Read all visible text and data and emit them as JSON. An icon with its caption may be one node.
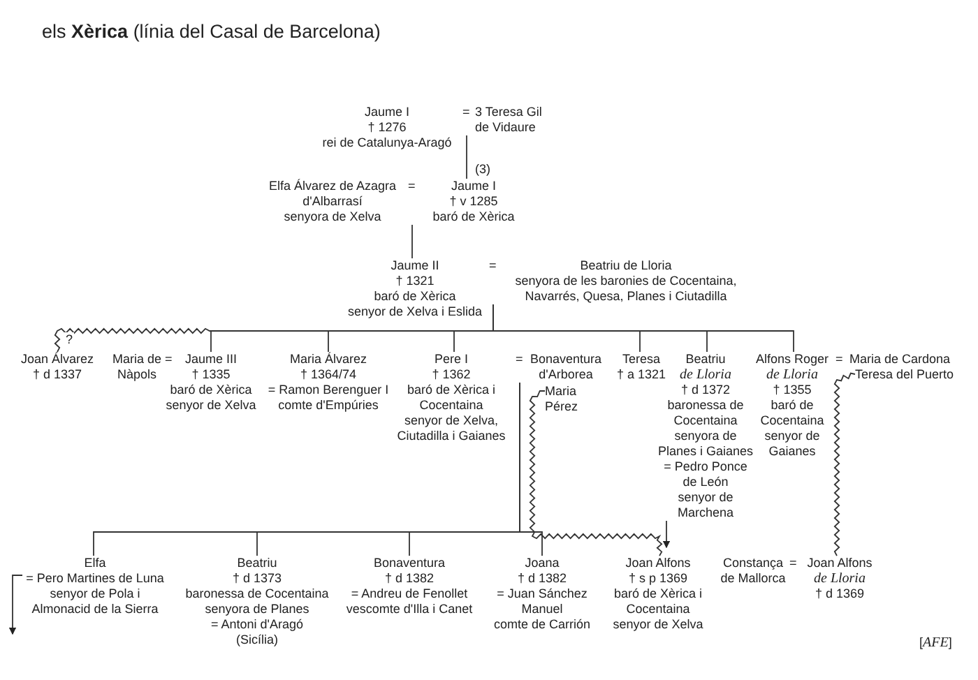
{
  "diagram": {
    "title": "els **Xèrica** (línia del Casal de Barcelona)",
    "nodes": [
      {
        "text": [
          "Jaume I",
          "† 1276",
          "rei de Catalunya-Aragó"
        ]
      },
      {
        "text": [
          "3 Teresa Gil de Vidaure"
        ]
      },
      {
        "text": [
          "Elfa Álvarez de Azagra",
          "d'Albarrasí",
          "senyora de Xelva"
        ]
      },
      {
        "text": [
          "Jaume I",
          "† v 1285",
          "baró de Xèrica"
        ]
      },
      {
        "text": [
          "Jaume II",
          "† 1321",
          "baró de Xèrica",
          "senyor de Xelva i Eslida"
        ]
      },
      {
        "text": [
          "Beatriu de Lloria",
          "senyora de les baronies de Cocentaina, Navarrés, Quesa, Planes i Ciutadilla"
        ]
      },
      {
        "text": [
          "Joan Álvarez",
          "† d 1337"
        ]
      },
      {
        "text": [
          "Maria de Nàpols"
        ]
      },
      {
        "text": [
          "Jaume III",
          "† 1335",
          "baró de Xèrica",
          "senyor de Xelva"
        ]
      },
      {
        "text": [
          "Maria Álvarez",
          "† 1364/74",
          "= Ramon Berenguer I",
          "comte d'Empúries"
        ]
      },
      {
        "text": [
          "Pere I",
          "† 1362",
          "baró de Xèrica i Cocentaina",
          "senyor de Xelva, Ciutadilla i Gaianes"
        ]
      },
      {
        "text": [
          "Bonaventura d'Arborea"
        ]
      },
      {
        "text": [
          "Maria Pérez"
        ]
      },
      {
        "text": [
          "Teresa",
          "† a 1321"
        ]
      },
      {
        "text": [
          "Beatriu *de Lloria*",
          "† d 1372",
          "baronessa de Cocentaina",
          "senyora de Planes i Gaianes"
        ]
      },
      {
        "text": [
          "= Pedro Ponce de León senyor de Marchena"
        ]
      },
      {
        "text": [
          "Alfons Roger *de Lloria*",
          "† 1355",
          "baró de Cocentaina",
          "senyor de Gaianes"
        ]
      },
      {
        "text": [
          "Maria de Cardona"
        ]
      },
      {
        "text": [
          "Teresa del Puerto"
        ]
      },
      {
        "text": [
          "Elfa",
          "= Pero Martines de Luna",
          "senyor de Pola i Almonacid de la Sierra"
        ]
      },
      {
        "text": [
          "Beatriu",
          "† d 1373",
          "baronessa de Cocentaina",
          "senyora de Planes",
          "= Antoni d'Aragó",
          "(Sicília)"
        ]
      },
      {
        "text": [
          "Bonaventura",
          "† d 1382",
          "= Andreu de Fenollet",
          "vescomte d'Illa i Canet"
        ]
      },
      {
        "text": [
          "Joana",
          "† d 1382",
          "= Juan Sánchez Manuel",
          "comte de Carrión"
        ]
      },
      {
        "text": [
          "Joan Alfons",
          "† s p 1369",
          "baró de Xèrica i Cocentaina",
          "senyor de Xelva"
        ]
      },
      {
        "text": [
          "Constança de Mallorca"
        ]
      },
      {
        "text": [
          "Joan Alfons *de Lloria*",
          "† d 1369"
        ]
      }
    ],
    "edges": [
      {
        "from": 1,
        "to": 3,
        "arrow": "none",
        "label": "(3)"
      },
      {
        "from": 2,
        "to": 4,
        "arrow": "none"
      },
      {
        "from": 5,
        "to": 6,
        "arrow": "none",
        "label": "?"
      },
      {
        "from": 5,
        "to": 8,
        "arrow": "none"
      },
      {
        "from": 5,
        "to": 9,
        "arrow": "none"
      },
      {
        "from": 5,
        "to": 10,
        "arrow": "none"
      },
      {
        "from": 5,
        "to": 13,
        "arrow": "none"
      },
      {
        "from": 5,
        "to": 14,
        "arrow": "none"
      },
      {
        "from": 5,
        "to": 16,
        "arrow": "none"
      },
      {
        "from": 11,
        "to": 19,
        "arrow": "none"
      },
      {
        "from": 11,
        "to": 20,
        "arrow": "none"
      },
      {
        "from": 11,
        "to": 21,
        "arrow": "none"
      },
      {
        "from": 11,
        "to": 22,
        "arrow": "none"
      },
      {
        "from": 12,
        "to": 23,
        "arrow": "none"
      },
      {
        "from": 18,
        "to": 25,
        "arrow": "none"
      },
      {
        "from": 15,
        "to": null,
        "arrow": "to"
      },
      {
        "from": 19,
        "to": null,
        "arrow": "to"
      }
    ],
    "labels": [
      "=",
      "=",
      "=",
      "=",
      "=",
      "=",
      "=",
      "[*AFE*]"
    ]
  }
}
